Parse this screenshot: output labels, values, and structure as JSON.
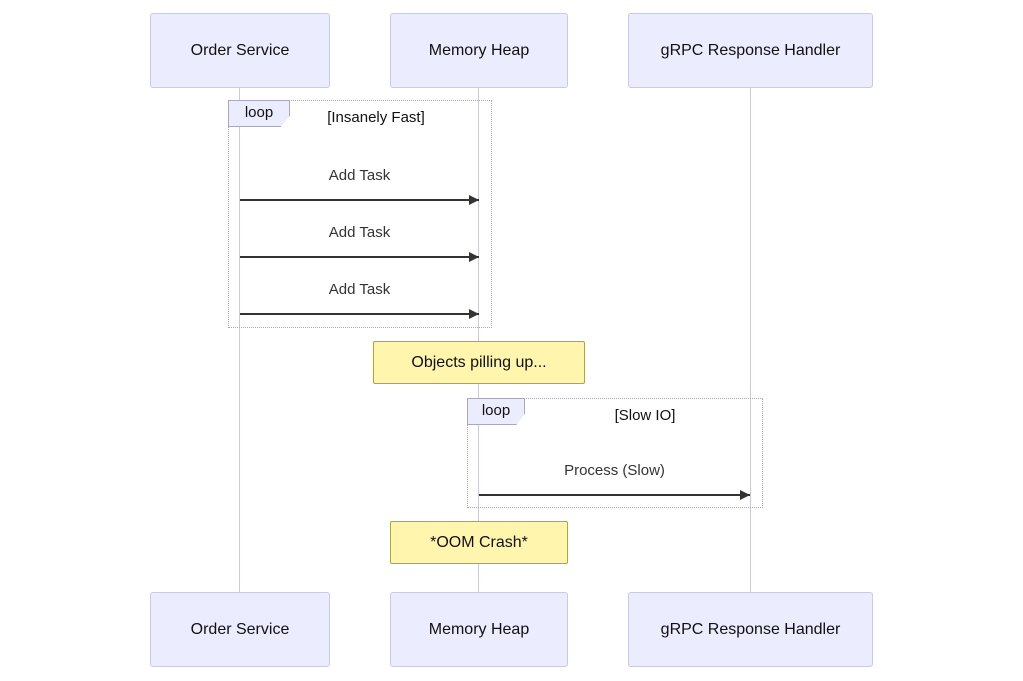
{
  "diagram": {
    "type": "sequence-diagram",
    "participants": [
      {
        "id": "order-service",
        "label": "Order Service"
      },
      {
        "id": "memory-heap",
        "label": "Memory Heap"
      },
      {
        "id": "grpc-response-handler",
        "label": "gRPC Response Handler"
      }
    ],
    "loops": [
      {
        "label": "loop",
        "condition": "[Insanely Fast]"
      },
      {
        "label": "loop",
        "condition": "[Slow IO]"
      }
    ],
    "messages": [
      {
        "from": "order-service",
        "to": "memory-heap",
        "label": "Add Task"
      },
      {
        "from": "order-service",
        "to": "memory-heap",
        "label": "Add Task"
      },
      {
        "from": "order-service",
        "to": "memory-heap",
        "label": "Add Task"
      },
      {
        "from": "memory-heap",
        "to": "grpc-response-handler",
        "label": "Process (Slow)"
      }
    ],
    "notes": [
      {
        "over": "memory-heap",
        "text": "Objects pilling up..."
      },
      {
        "over": "memory-heap",
        "text": "*OOM Crash*"
      }
    ],
    "colors": {
      "participant_fill": "#ECECFF",
      "participant_border": "#C9C9E8",
      "lifeline": "#C9C9E4",
      "loop_border": "#A8A8BE",
      "loop_label_fill": "#ECECFF",
      "note_fill": "#FFF5AD",
      "note_border": "#AAAA33",
      "message_line": "#333333",
      "text": "#111111"
    }
  }
}
